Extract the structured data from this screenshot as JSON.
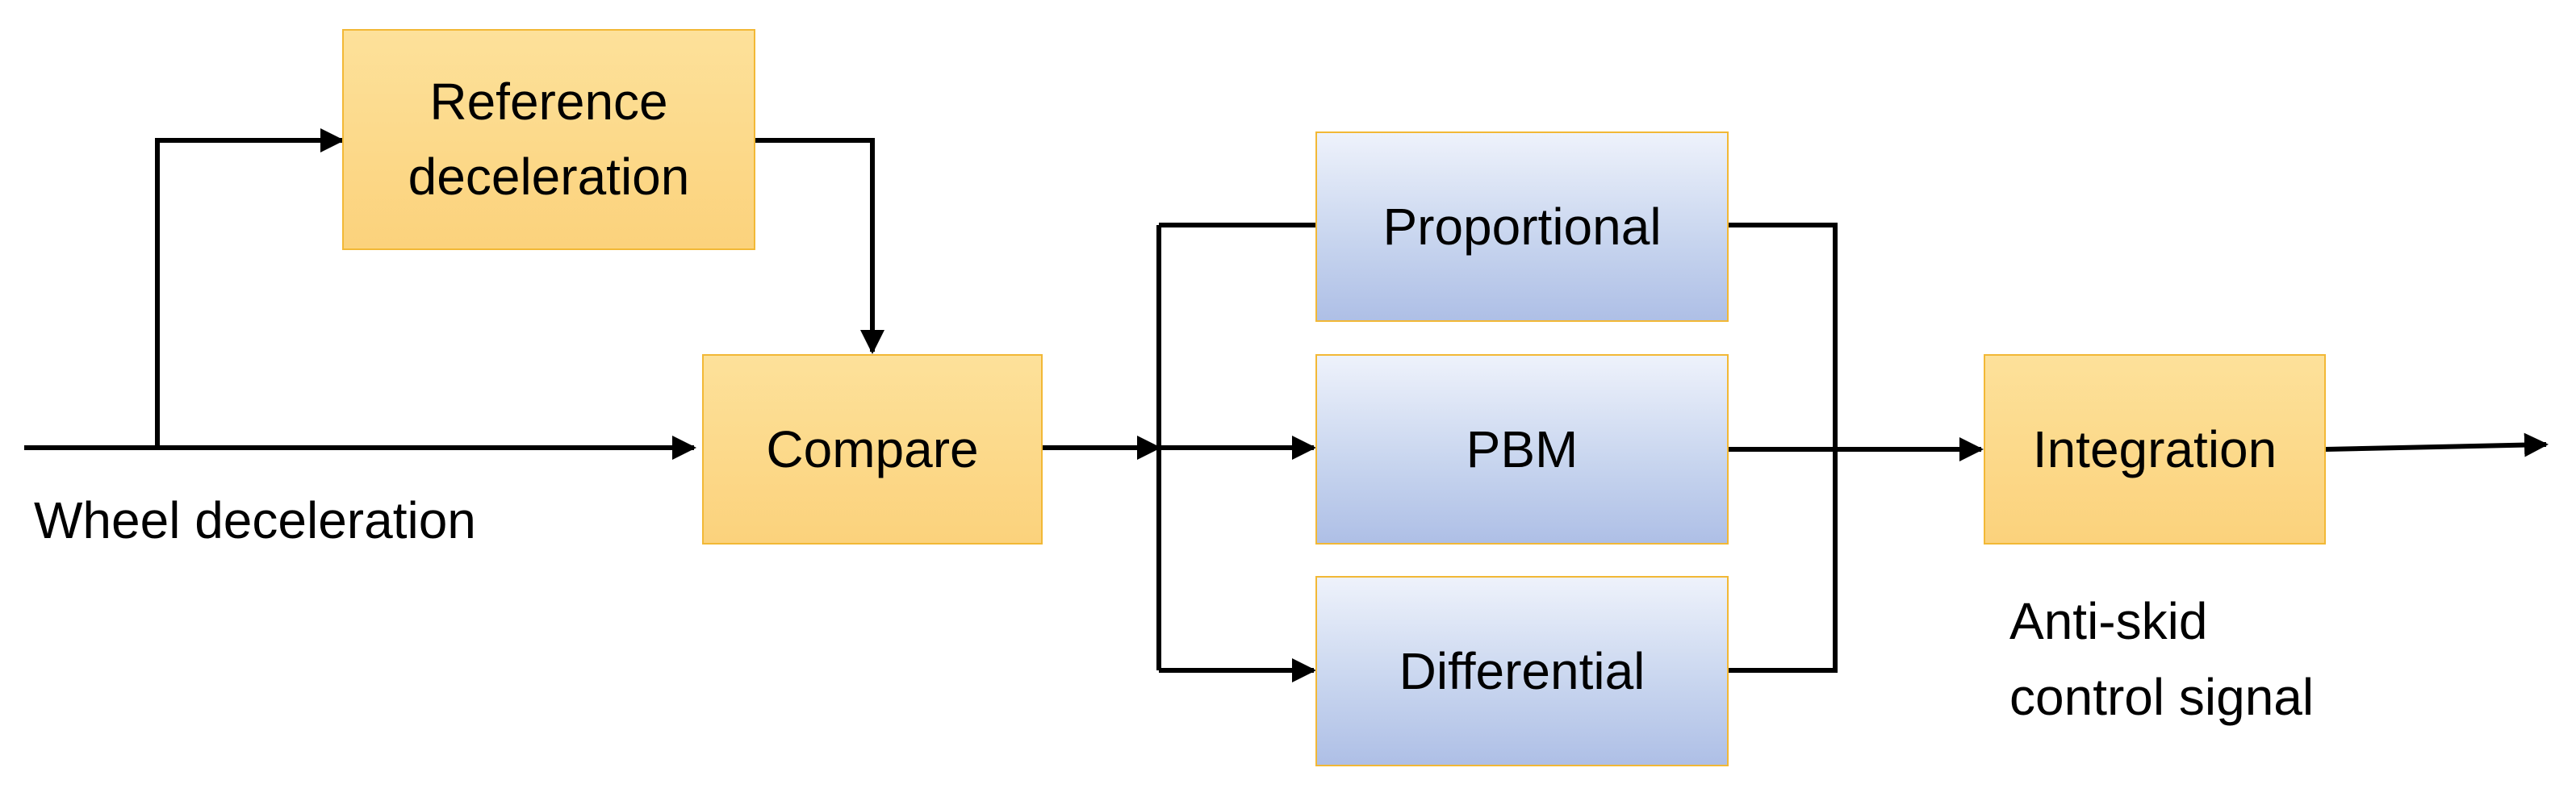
{
  "diagram": {
    "nodes": {
      "reference": "Reference deceleration",
      "compare": "Compare",
      "proportional": "Proportional",
      "pbm": "PBM",
      "differential": "Differential",
      "integration": "Integration"
    },
    "labels": {
      "input": "Wheel deceleration",
      "output_line1": "Anti-skid",
      "output_line2": "control signal"
    },
    "edges": [
      {
        "from": "input",
        "to": "reference"
      },
      {
        "from": "input",
        "to": "compare"
      },
      {
        "from": "reference",
        "to": "compare"
      },
      {
        "from": "compare",
        "to": "proportional"
      },
      {
        "from": "compare",
        "to": "pbm"
      },
      {
        "from": "compare",
        "to": "differential"
      },
      {
        "from": "proportional",
        "to": "integration"
      },
      {
        "from": "pbm",
        "to": "integration"
      },
      {
        "from": "differential",
        "to": "integration"
      },
      {
        "from": "integration",
        "to": "output"
      }
    ],
    "colors": {
      "orange_fill": "#fbd27c",
      "orange_border": "#f2b836",
      "blue_fill": "#b4c6e7",
      "line": "#000000"
    }
  }
}
